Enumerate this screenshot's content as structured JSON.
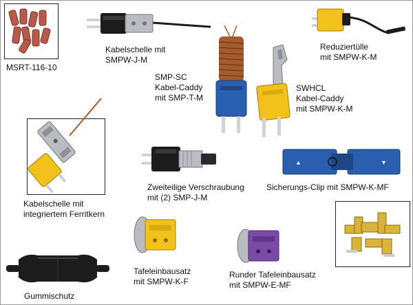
{
  "colors": {
    "yellow": "#f2c21b",
    "blue": "#2a5fb0",
    "purple": "#7a4aa6",
    "black": "#1c1c1c",
    "steel": "#b9bcc0",
    "copper": "#a55a2c",
    "brick": "#b85a4a"
  },
  "items": [
    {
      "id": "msrt",
      "lines": [
        "MSRT-116-10"
      ]
    },
    {
      "id": "kabelschelle",
      "lines": [
        "Kabelschelle mit",
        "SMPW-J-M"
      ]
    },
    {
      "id": "reduzier",
      "lines": [
        "Reduziertülle",
        "mit SMPW-K-M"
      ]
    },
    {
      "id": "smpsc",
      "lines": [
        "SMP-SC",
        "Kabel-Caddy",
        "mit SMP-T-M"
      ]
    },
    {
      "id": "swhcl",
      "lines": [
        "SWHCL",
        "Kabel-Caddy",
        "mit SMPW-K-M"
      ]
    },
    {
      "id": "ferrit",
      "lines": [
        "Kabelschelle mit",
        "integriertem Ferritkern"
      ]
    },
    {
      "id": "zweiteilig",
      "lines": [
        "Zweiteilige Verschraubung",
        "mit (2) SMP-J-M"
      ]
    },
    {
      "id": "sicherung",
      "lines": [
        "Sicherungs-Clip mit  SMPW-K-MF"
      ]
    },
    {
      "id": "tafel",
      "lines": [
        "Tafeleinbausatz",
        "mit SMPW-K-F"
      ]
    },
    {
      "id": "runder",
      "lines": [
        "Runder Tafeleinbausatz",
        "mit SMPW-E-MF"
      ]
    },
    {
      "id": "gummi",
      "lines": [
        "Gummischutz"
      ]
    }
  ]
}
